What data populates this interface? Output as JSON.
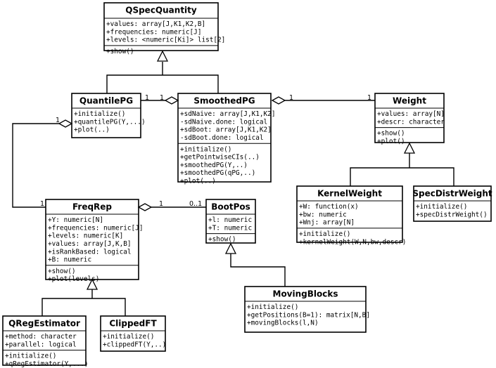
{
  "classes": {
    "qspec": {
      "name": "QSpecQuantity",
      "attributes": [
        "+values: array[J,K1,K2,B]",
        "+frequencies: numeric[J]",
        "+levels: <numeric[Ki]> list[2]"
      ],
      "methods": [
        "+show()"
      ]
    },
    "quantilepg": {
      "name": "QuantilePG",
      "attributes": [],
      "methods": [
        "+initialize()",
        "+quantilePG(Y,...)",
        "+plot(..)"
      ]
    },
    "smoothedpg": {
      "name": "SmoothedPG",
      "attributes": [
        "+sdNaive: array[J,K1,K2]",
        "-sdNaive.done: logical",
        "+sdBoot: array[J,K1,K2]",
        "-sdBoot.done: logical"
      ],
      "methods": [
        "+initialize()",
        "+getPointwiseCIs(..)",
        "+smoothedPG(Y,..)",
        "+smoothedPG(qPG,..)",
        "+plot(..)"
      ]
    },
    "weight": {
      "name": "Weight",
      "attributes": [
        "+values: array[N]",
        "+descr: character"
      ],
      "methods": [
        "+show()",
        "+plot()"
      ]
    },
    "kernelweight": {
      "name": "KernelWeight",
      "attributes": [
        "+W: function(x)",
        "+bw: numeric",
        "+Wnj: array[N]"
      ],
      "methods": [
        "+initialize()",
        "+kernelWeight(W,N,bw,descr)"
      ]
    },
    "specdistrweight": {
      "name": "SpecDistrWeight",
      "attributes": [],
      "methods": [
        "+initialize()",
        "+specDistrWeight()"
      ]
    },
    "freqrep": {
      "name": "FreqRep",
      "attributes": [
        "+Y: numeric[N]",
        "+frequencies: numeric[J]",
        "+levels: numeric[K]",
        "+values: array[J,K,B]",
        "+isRankBased: logical",
        "+B: numeric"
      ],
      "methods": [
        "+show()",
        "+plot(levels)"
      ]
    },
    "bootpos": {
      "name": "BootPos",
      "attributes": [
        "+l: numeric",
        "+T: numeric"
      ],
      "methods": [
        "+show()"
      ]
    },
    "movingblocks": {
      "name": "MovingBlocks",
      "attributes": [],
      "methods": [
        "+initialize()",
        "+getPositions(B=1): matrix[N,B]",
        "+movingBlocks(l,N)"
      ]
    },
    "qregestimator": {
      "name": "QRegEstimator",
      "attributes": [
        "+method: character",
        "+parallel: logical"
      ],
      "methods": [
        "+initialize()",
        "+qRegEstimator(Y,...)"
      ]
    },
    "clippedft": {
      "name": "ClippedFT",
      "attributes": [],
      "methods": [
        "+initialize()",
        "+clippedFT(Y,..)"
      ]
    }
  },
  "associations": {
    "quantilepg_smoothedpg": [
      "1",
      "1"
    ],
    "smoothedpg_weight": [
      "1",
      "1"
    ],
    "quantilepg_freqrep": [
      "1",
      "1"
    ],
    "freqrep_bootpos": [
      "1",
      "0..1"
    ]
  }
}
